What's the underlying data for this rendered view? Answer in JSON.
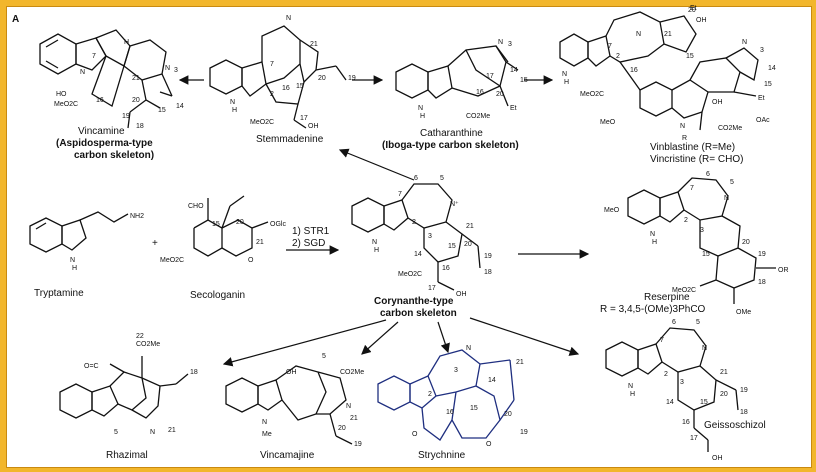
{
  "panel_label": "A",
  "compounds": {
    "vincamine": {
      "name": "Vincamine",
      "note": "(Aspidosperma-type carbon skeleton)",
      "note_l1": "(Aspidosperma-type",
      "note_l2": "carbon skeleton)",
      "ester": "MeO2C",
      "hydroxy": "HO"
    },
    "stemmadenine": {
      "name": "Stemmadenine",
      "ester": "MeO2C",
      "oh": "OH"
    },
    "catharanthine": {
      "name": "Catharanthine",
      "note": "(Iboga-type carbon skeleton)",
      "ester": "CO2Me",
      "et": "Et"
    },
    "vinblastine": {
      "name": "Vinblastine (R=Me)",
      "name2": "Vincristine (R= CHO)",
      "oh": "OH",
      "et": "Et",
      "oac": "OAc",
      "ester": "CO2Me",
      "meo": "MeO",
      "ester2": "MeO2C",
      "r": "R"
    },
    "tryptamine": {
      "name": "Tryptamine",
      "nh2": "NH2"
    },
    "secologanin": {
      "name": "Secologanin",
      "cho": "CHO",
      "oglc": "OGlc",
      "ester": "MeO2C"
    },
    "corynanthe": {
      "name": "Corynanthe-type",
      "name2": "carbon skeleton",
      "ester": "MeO2C",
      "oh": "OH"
    },
    "reserpine": {
      "name": "Reserpine",
      "r_def": "R = 3,4,5-(OMe)3PhCO",
      "meo": "MeO",
      "ester": "MeO2C",
      "or": "OR",
      "ome": "OMe"
    },
    "rhazimal": {
      "name": "Rhazimal",
      "ester": "CO2Me"
    },
    "vincamajine": {
      "name": "Vincamajine",
      "oh": "OH",
      "ester": "CO2Me",
      "me": "Me"
    },
    "strychnine": {
      "name": "Strychnine"
    },
    "geissoschizol": {
      "name": "Geissoschizol",
      "oh": "OH"
    }
  },
  "steps": {
    "step1": "1) STR1",
    "step2": "2) SGD"
  },
  "plus": "+",
  "colors": {
    "background": "#f2b62c",
    "panel": "#ffffff",
    "ink": "#111111",
    "blue": "#1f2f80"
  }
}
